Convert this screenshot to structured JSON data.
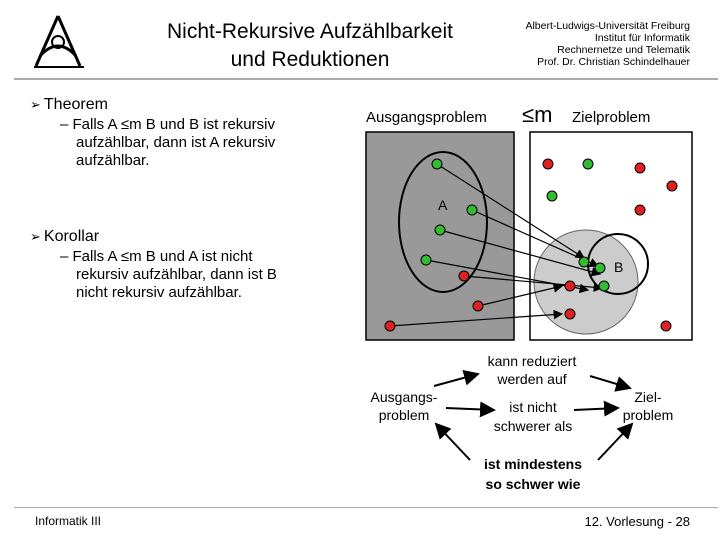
{
  "header": {
    "title_line1": "Nicht-Rekursive Aufzählbarkeit",
    "title_line2": "und Reduktionen",
    "affiliation": [
      "Albert-Ludwigs-Universität Freiburg",
      "Institut für Informatik",
      "Rechnernetze und Telematik",
      "Prof. Dr. Christian Schindelhauer"
    ]
  },
  "theorem": {
    "heading": "Theorem",
    "line1": "– Falls A ≤m B und B ist rekursiv",
    "line2": "aufzählbar, dann ist A rekursiv",
    "line3": "aufzählbar."
  },
  "korollar": {
    "heading": "Korollar",
    "line1": "– Falls A ≤m B und A ist nicht",
    "line2": "rekursiv aufzählbar, dann ist B",
    "line3": "nicht rekursiv aufzählbar."
  },
  "diagram": {
    "left_label": "Ausgangsproblem",
    "relation": "≤m",
    "right_label": "Zielproblem",
    "set_a": "A",
    "set_b": "B",
    "reduces_line1": "kann reduziert",
    "reduces_line2": "werden auf",
    "src_line1": "Ausgangs-",
    "src_line2": "problem",
    "tgt_line1": "Ziel-",
    "tgt_line2": "problem",
    "mid_line1": "ist nicht",
    "mid_line2": "schwerer als",
    "bottom_line1": "ist mindestens",
    "bottom_line2": "so schwer wie",
    "colors": {
      "green": "#33bb33",
      "red": "#dd2222",
      "gray_box": "#999999",
      "light_circle": "#cccccc"
    }
  },
  "footer": {
    "course": "Informatik III",
    "slide": "12. Vorlesung - 28"
  }
}
